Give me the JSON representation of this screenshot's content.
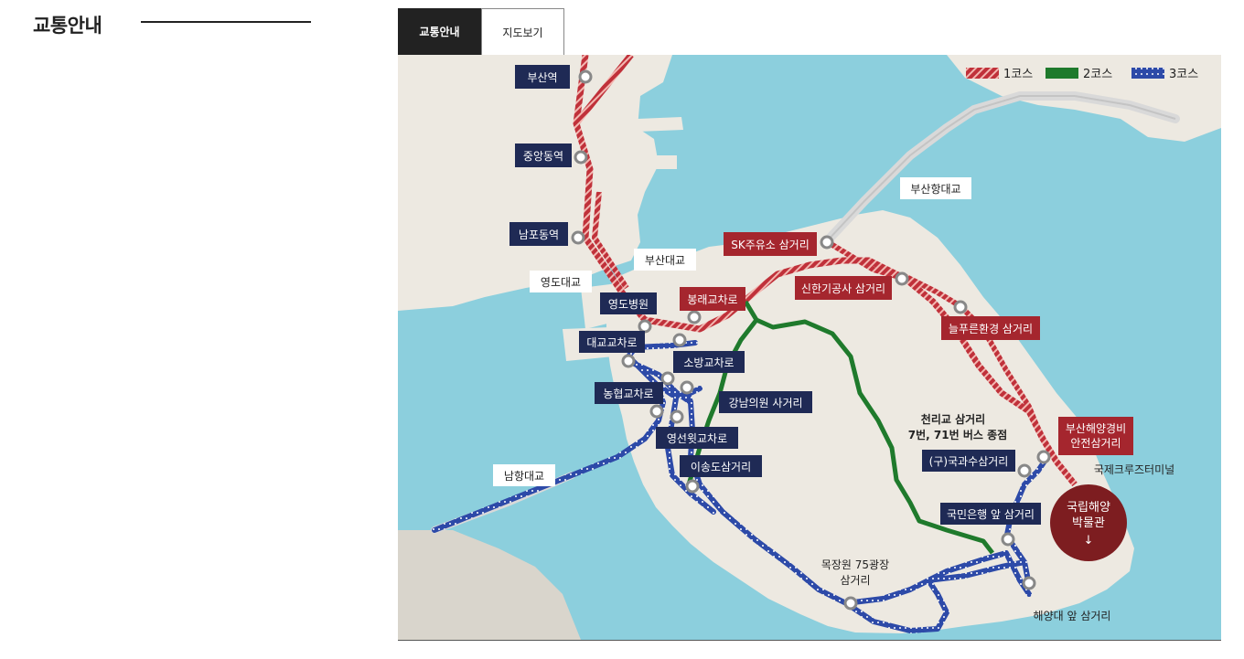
{
  "page": {
    "title": "교통안내"
  },
  "tabs": [
    {
      "label": "교통안내",
      "active": true
    },
    {
      "label": "지도보기",
      "active": false
    }
  ],
  "legend": {
    "course1": "1코스",
    "course2": "2코스",
    "course3": "3코스"
  },
  "colors": {
    "sea": "#8ccfdd",
    "land": "#ede9e1",
    "course1": "#c0313a",
    "course2": "#1f7a2c",
    "course3": "#2d4aa8",
    "label_navy": "#1f2a55",
    "label_red": "#a5262e",
    "destination": "#7d1d20"
  },
  "places": {
    "busan_station": "부산역",
    "jungang_station": "중앙동역",
    "nampo_station": "남포동역",
    "busan_harbor_bridge": "부산항대교",
    "busan_bridge": "부산대교",
    "yeongdo_bridge": "영도대교",
    "sk_junction": "SK주유소 삼거리",
    "shinhan_junction": "신한기공사 삼거리",
    "neulpureun_junction": "늘푸른환경 삼거리",
    "bongnae_intersection": "봉래교차로",
    "yeongdo_hospital": "영도병원",
    "daegyo_intersection": "대교교차로",
    "sobang_intersection": "소방교차로",
    "nonghyup_intersection": "농협교차로",
    "gangnam_crossroad": "강남의원 사거리",
    "yeongseon_intersection": "영선윗교차로",
    "isongdo_junction": "이송도삼거리",
    "namhang_bridge": "남항대교",
    "cheonrigyo_line1": "천리교 삼거리",
    "cheonrigyo_line2": "7번, 71번 버스 종점",
    "gukgwasu_junction": "(구)국과수삼거리",
    "coastguard_line1": "부산해양경비",
    "coastguard_line2": "안전삼거리",
    "cruise_terminal": "국제크루즈터미널",
    "kookmin_bank_junction": "국민은행 앞 삼거리",
    "mokjangwon_line1": "목장원 75광장",
    "mokjangwon_line2": "삼거리",
    "maritime_univ_junction": "해양대 앞 삼거리"
  },
  "destination": {
    "line1": "국립해양",
    "line2": "박물관",
    "arrow": "↓"
  }
}
